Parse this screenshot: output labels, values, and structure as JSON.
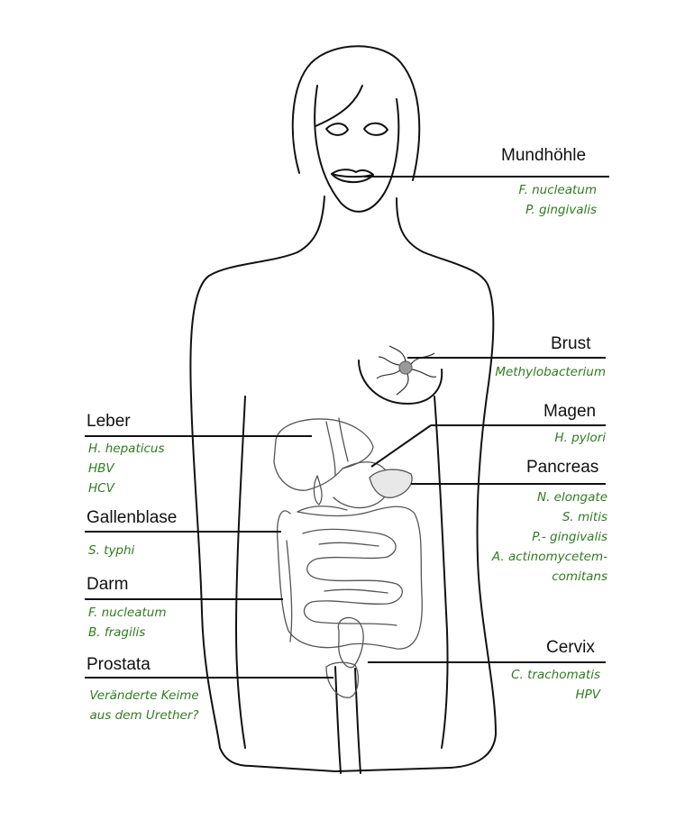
{
  "colors": {
    "outline": "#111111",
    "organ_outline": "#555555",
    "bacteria_text": "#2e7d1f",
    "accent_gray": "#9a9a9a"
  },
  "labels": {
    "mundhoehle": {
      "title": "Mundhöhle",
      "items": [
        "F. nucleatum",
        "P. gingivalis"
      ]
    },
    "brust": {
      "title": "Brust",
      "items": [
        "Methylobacterium"
      ]
    },
    "magen": {
      "title": "Magen",
      "items": [
        "H. pylori"
      ]
    },
    "pancreas": {
      "title": "Pancreas",
      "items": [
        "N. elongate",
        "S.  mitis",
        "P.- gingivalis",
        "A. actinomycetem-",
        "comitans"
      ]
    },
    "cervix": {
      "title": "Cervix",
      "items": [
        "C. trachomatis",
        "HPV"
      ]
    },
    "leber": {
      "title": "Leber",
      "items": [
        "H. hepaticus",
        "HBV",
        "HCV"
      ]
    },
    "gallenblase": {
      "title": "Gallenblase",
      "items": [
        "S. typhi"
      ]
    },
    "darm": {
      "title": "Darm",
      "items": [
        "F. nucleatum",
        "B. fragilis"
      ]
    },
    "prostata": {
      "title": "Prostata",
      "items": [
        "Veränderte Keime",
        "aus dem Urether?"
      ]
    }
  }
}
